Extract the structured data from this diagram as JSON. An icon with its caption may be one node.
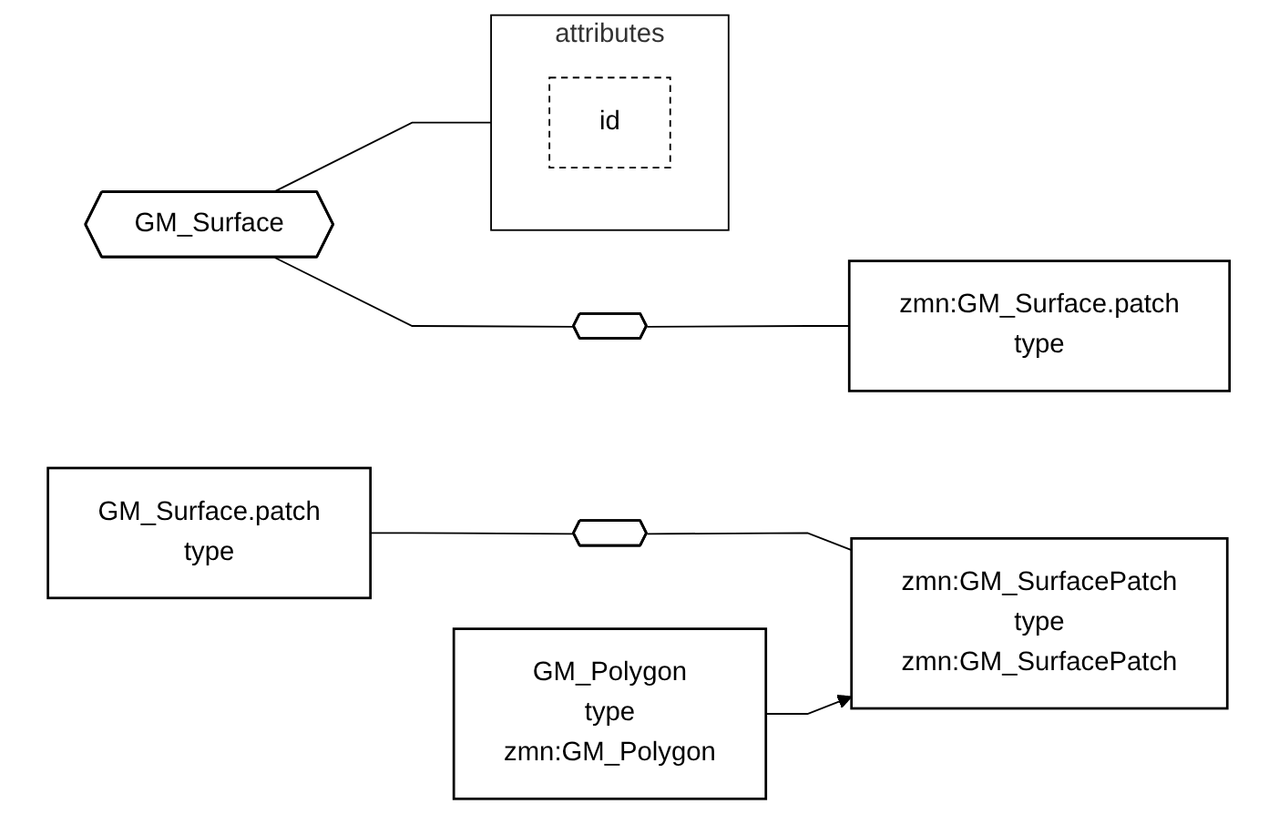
{
  "diagram": {
    "nodes": [
      {
        "text": [
          "GM_Surface"
        ]
      },
      {
        "text": [
          "attributes"
        ]
      },
      {
        "text": [
          "id"
        ],
        "in": 1
      },
      {
        "text": [],
        "shape": "hexagon"
      },
      {
        "text": [
          "zmn:GM_Surface.patch",
          "type"
        ]
      },
      {
        "text": [
          "GM_Surface.patch",
          "type"
        ]
      },
      {
        "text": [],
        "shape": "hexagon"
      },
      {
        "text": [
          "zmn:GM_SurfacePatch",
          "type",
          "zmn:GM_SurfacePatch"
        ]
      },
      {
        "text": [
          "GM_Polygon",
          "type",
          "zmn:GM_Polygon"
        ]
      }
    ],
    "edges": [
      {
        "from": 0,
        "to": 1,
        "arrow": "none"
      },
      {
        "from": 0,
        "to": 3,
        "arrow": "none"
      },
      {
        "from": 3,
        "to": 4,
        "arrow": "none"
      },
      {
        "from": 5,
        "to": 6,
        "arrow": "none"
      },
      {
        "from": 6,
        "to": 7,
        "arrow": "none"
      },
      {
        "from": 8,
        "to": 7,
        "arrow": "to"
      }
    ]
  }
}
